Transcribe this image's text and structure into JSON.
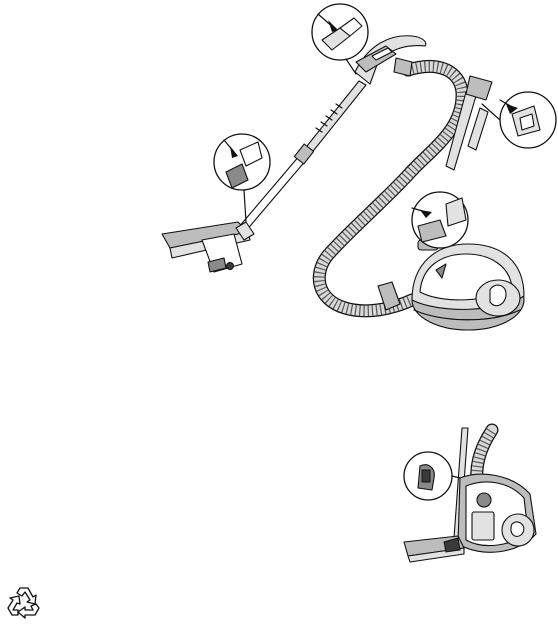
{
  "figures": [
    {
      "id": "assembly",
      "subject": "vacuum-cleaner-assembly"
    },
    {
      "id": "storage",
      "subject": "vacuum-cleaner-storage-position"
    }
  ],
  "icons": {
    "recycle": "recycle-icon"
  }
}
